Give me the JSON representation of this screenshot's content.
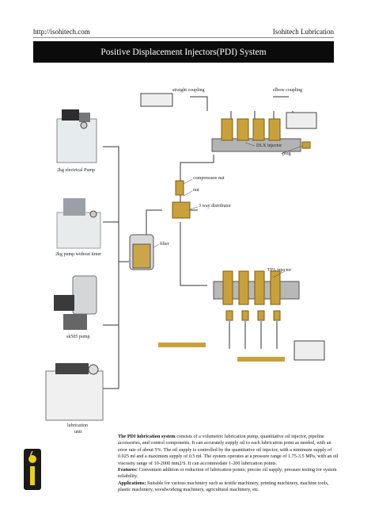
{
  "header": {
    "url": "http://isohitech.com",
    "company": "Isohitech Lubrication",
    "title": "Positive Displacement Injectors(PDI) System"
  },
  "labels": {
    "pump1": "2kg electrical Pump",
    "pump2": "2kg pump without timer",
    "pump3": "sk505 pump",
    "unit_line1": "lubrication",
    "unit_line2": "unit",
    "straight_coupling": "straight coupling",
    "elbow_coupling": "elbow coupling",
    "dlx_injector": "DLX injector",
    "plug": "plug",
    "compressure_nut": "compressure nut",
    "nut": "nut",
    "distributor": "3 way distributor",
    "filter": "filter",
    "tpa_injector": "TPA injector"
  },
  "description": {
    "p1_bold": "The PDI lubrication system",
    "p1_text": " consists of a volumetric lubrication pump, quantitative oil injector, pipeline accessories, and control components. It can accurately supply oil to each lubrication point as needed, with an error rate of about 5%. The oil supply is controlled by the quantitative oil injector, with a minimum supply of 0.025 ml and a maximum supply of 0.5 ml. The system operates at a pressure range of 1.75-3.5 MPa, with an oil viscosity range of 10-2000 mm2/S. It can accommodate 1-200 lubrication points.",
    "features_bold": "Features:",
    "features_text": " Convenient addition or reduction of lubrication points; precise oil supply; pressure testing for system reliability.",
    "applications_bold": "Applications:",
    "applications_text": " Suitable for various machinery such as textile machinery, printing machinery, machine tools, plastic machinery, woodworking machinery, agricultural machinery, etc."
  },
  "colors": {
    "banner": "#0b0b0b",
    "brass": "#c9a13a",
    "logo_bg": "#1a1a1a",
    "logo_accent": "#e8d21a"
  }
}
